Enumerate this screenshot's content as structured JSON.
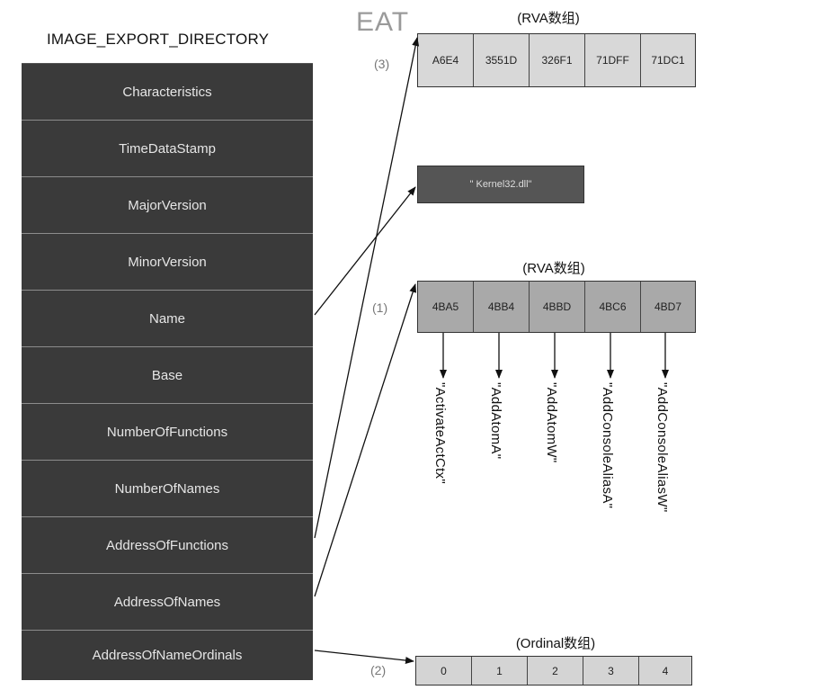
{
  "directory": {
    "title": "IMAGE_EXPORT_DIRECTORY",
    "fields": [
      "Characteristics",
      "TimeDataStamp",
      "MajorVersion",
      "MinorVersion",
      "Name",
      "Base",
      "NumberOfFunctions",
      "NumberOfNames",
      "AddressOfFunctions",
      "AddressOfNames",
      "AddressOfNameOrdinals"
    ]
  },
  "eat_label": "EAT",
  "functions_array": {
    "caption": "(RVA数组)",
    "marker": "(3)",
    "values": [
      "A6E4",
      "3551D",
      "326F1",
      "71DFF",
      "71DC1"
    ]
  },
  "dll_name": "\" Kernel32.dll\"",
  "names_array": {
    "caption": "(RVA数组)",
    "marker": "(1)",
    "values": [
      "4BA5",
      "4BB4",
      "4BBD",
      "4BC6",
      "4BD7"
    ],
    "strings": [
      "\"ActivateActCtx\"",
      "\"AddAtomA\"",
      "\"AddAtomW\"",
      "\"AddConsoleAliasA\"",
      "\"AddConsoleAliasW\""
    ]
  },
  "ordinals_array": {
    "caption": "(Ordinal数组)",
    "marker": "(2)",
    "values": [
      "0",
      "1",
      "2",
      "3",
      "4"
    ]
  }
}
